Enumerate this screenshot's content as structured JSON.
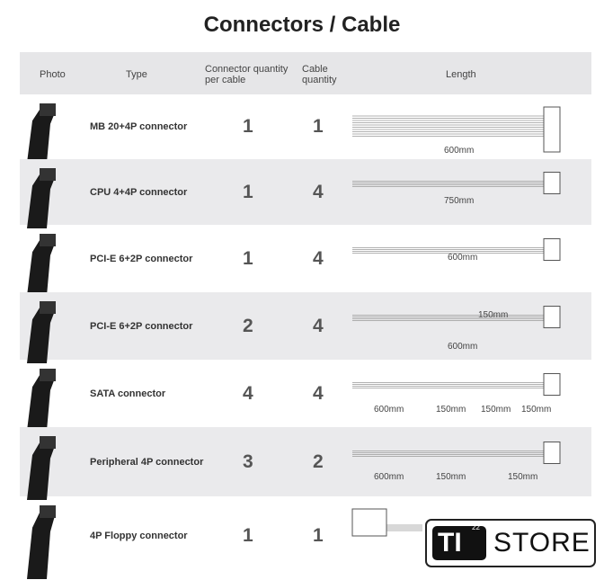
{
  "title": "Connectors / Cable",
  "headers": {
    "photo": "Photo",
    "type": "Type",
    "connector_qty": "Connector quantity per cable",
    "cable_qty": "Cable quantity",
    "length": "Length"
  },
  "rows": [
    {
      "type": "MB 20+4P connector",
      "connector_qty": "1",
      "cable_qty": "1",
      "lengths": [
        "600mm"
      ]
    },
    {
      "type": "CPU 4+4P connector",
      "connector_qty": "1",
      "cable_qty": "4",
      "lengths": [
        "750mm"
      ]
    },
    {
      "type": "PCI-E 6+2P connector",
      "connector_qty": "1",
      "cable_qty": "4",
      "lengths": [
        "600mm"
      ]
    },
    {
      "type": "PCI-E 6+2P connector",
      "connector_qty": "2",
      "cable_qty": "4",
      "lengths": [
        "600mm",
        "150mm"
      ]
    },
    {
      "type": "SATA connector",
      "connector_qty": "4",
      "cable_qty": "4",
      "lengths": [
        "600mm",
        "150mm",
        "150mm",
        "150mm"
      ]
    },
    {
      "type": "Peripheral 4P connector",
      "connector_qty": "3",
      "cable_qty": "2",
      "lengths": [
        "600mm",
        "150mm",
        "150mm"
      ]
    },
    {
      "type": "4P Floppy connector",
      "connector_qty": "1",
      "cable_qty": "1",
      "lengths": []
    }
  ],
  "logo": {
    "mark": "TI",
    "sup": "22",
    "text": "STORE"
  }
}
